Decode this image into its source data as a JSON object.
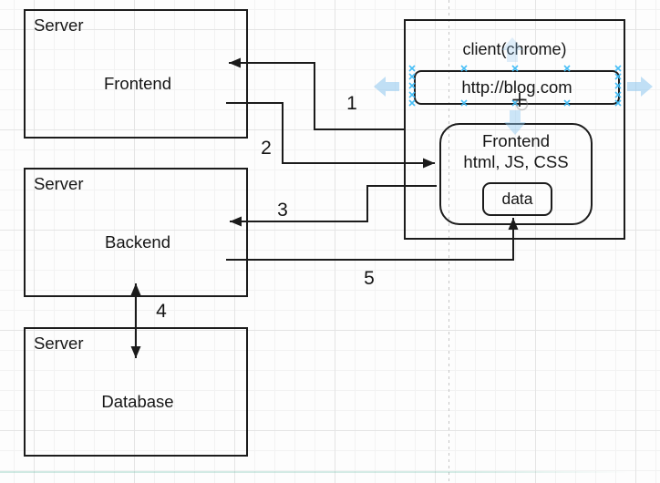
{
  "diagram": {
    "servers": [
      {
        "label": "Server",
        "component": "Frontend"
      },
      {
        "label": "Server",
        "component": "Backend"
      },
      {
        "label": "Server",
        "component": "Database"
      }
    ],
    "client": {
      "title": "client(chrome)",
      "url": "http://blog.com",
      "bundle": {
        "line1": "Frontend",
        "line2": "html, JS, CSS",
        "data_label": "data"
      }
    },
    "flow_labels": {
      "step1": "1",
      "step2": "2",
      "step3": "3",
      "step4": "4",
      "step5": "5"
    }
  },
  "colors": {
    "line": "#1c1c1c",
    "selection_handle": "#3dbaf5",
    "hover_arrow": "#8ec7ef",
    "grid_minor": "#f2f2f2",
    "grid_major": "#e4e4e4"
  }
}
